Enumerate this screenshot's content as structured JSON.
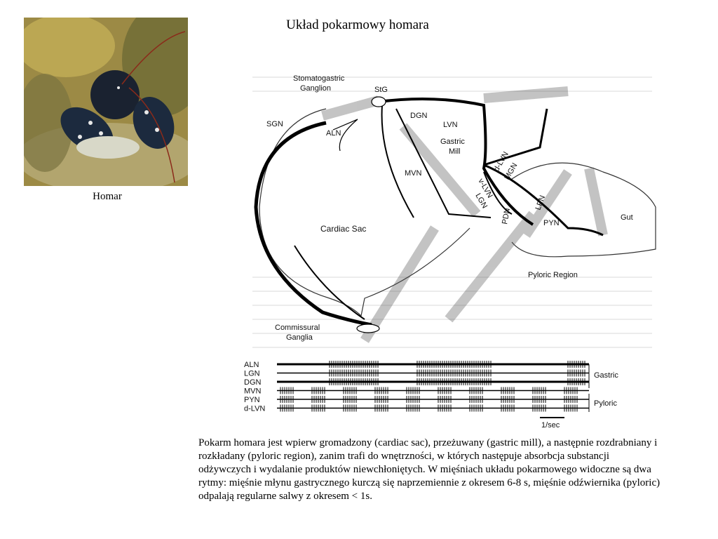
{
  "title": "Układ pokarmowy homara",
  "photo": {
    "caption": "Homar"
  },
  "diagram": {
    "labels": {
      "stomatogastric": "Stomatogastric",
      "ganglion": "Ganglion",
      "stg": "StG",
      "sgn": "SGN",
      "aln": "ALN",
      "dgn": "DGN",
      "lvn": "LVN",
      "gastric": "Gastric",
      "mill": "Mill",
      "mvn": "MVN",
      "d_lvn": "d-LVN",
      "mgn": "MGN",
      "v_lvn": "v-LVN",
      "lgn": "LGN",
      "pdn": "PDN",
      "lpn": "LPN",
      "pyn": "PYN",
      "gut": "Gut",
      "cardiac_sac": "Cardiac Sac",
      "pyloric_region": "Pyloric Region",
      "commissural": "Commissural",
      "ganglia": "Ganglia"
    },
    "traces": [
      "ALN",
      "LGN",
      "DGN",
      "MVN",
      "PYN",
      "d-LVN"
    ],
    "trace_groups": {
      "gastric": "Gastric",
      "pyloric": "Pyloric"
    },
    "scale_label": "1/sec"
  },
  "description": "Pokarm homara jest wpierw gromadzony (cardiac sac), przeżuwany (gastric mill), a następnie rozdrabniany i rozkładany (pyloric region), zanim trafi do wnętrzności, w których następuje absorbcja substancji odżywczych i wydalanie produktów niewchłoniętych. W mięśniach układu pokarmowego widoczne są dwa rytmy: mięśnie młynu gastrycznego kurczą się naprzemiennie z okresem 6-8 s, mięśnie odźwiernika (pyloric) odpalają regularne salwy z okresem < 1s."
}
